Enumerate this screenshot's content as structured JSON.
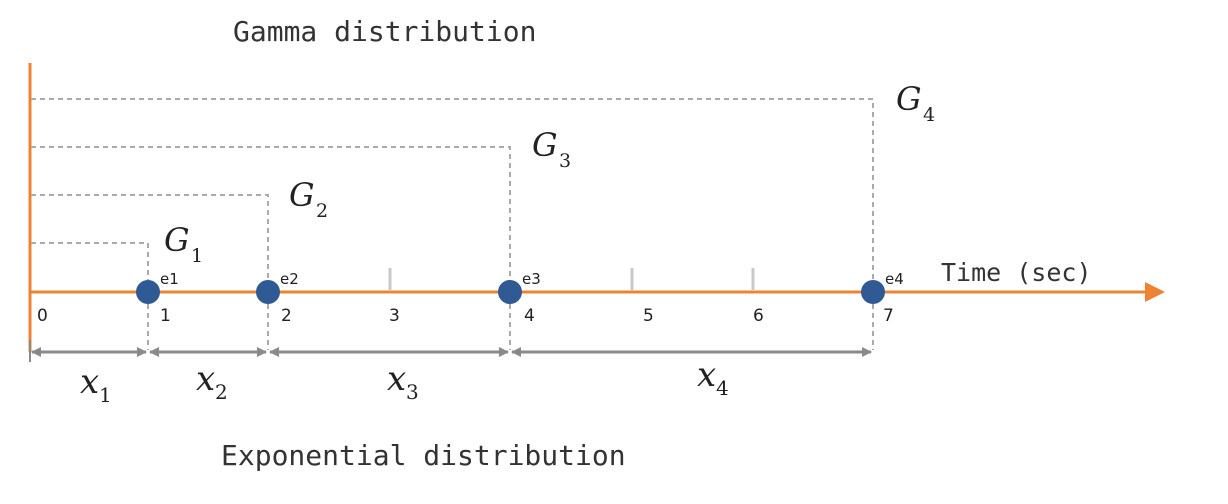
{
  "top_title": "Gamma distribution",
  "bottom_title": "Exponential distribution",
  "axis_label": "Time (sec)",
  "colors": {
    "axis": "#EE8433",
    "event": "#2F5A93",
    "dashed": "#AAAAAA",
    "interval_arrow": "#8A8A8A",
    "minor_tick": "#C8C8C8"
  },
  "ticks": [
    "0",
    "1",
    "2",
    "3",
    "4",
    "5",
    "6",
    "7"
  ],
  "events": [
    {
      "label": "e1",
      "time": 1
    },
    {
      "label": "e2",
      "time": 2
    },
    {
      "label": "e3",
      "time": 4
    },
    {
      "label": "e4",
      "time": 7
    }
  ],
  "gamma_labels": [
    {
      "base": "G",
      "sub": "1"
    },
    {
      "base": "G",
      "sub": "2"
    },
    {
      "base": "G",
      "sub": "3"
    },
    {
      "base": "G",
      "sub": "4"
    }
  ],
  "intervals": [
    {
      "base": "x",
      "sub": "1"
    },
    {
      "base": "x",
      "sub": "2"
    },
    {
      "base": "x",
      "sub": "3"
    },
    {
      "base": "x",
      "sub": "4"
    }
  ]
}
